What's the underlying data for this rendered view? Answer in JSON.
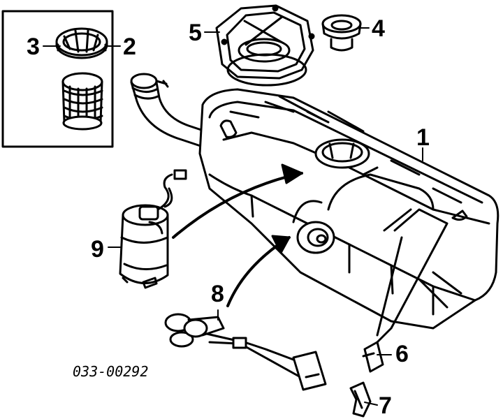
{
  "callouts": {
    "c1": "1",
    "c2": "2",
    "c3": "3",
    "c4": "4",
    "c5": "5",
    "c6": "6",
    "c7": "7",
    "c8": "8",
    "c9": "9"
  },
  "catalog_number": "033-00292",
  "icons": {
    "tank": "fuel-tank",
    "pump": "fuel-pump",
    "sender": "fuel-level-sender",
    "ring": "lock-ring",
    "cap": "filler-cap"
  }
}
